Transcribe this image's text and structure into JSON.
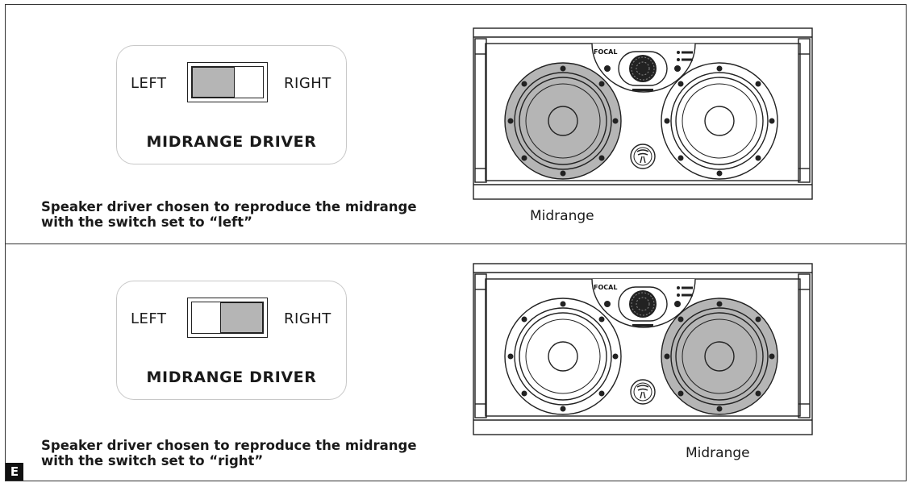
{
  "top": {
    "switch": {
      "left_label": "LEFT",
      "right_label": "RIGHT",
      "title": "MIDRANGE DRIVER",
      "position": "left"
    },
    "caption_line1": "Speaker driver chosen to reproduce the midrange",
    "caption_line2": "with the switch set to “left”",
    "midrange_label": "Midrange",
    "highlighted_driver": "left"
  },
  "bottom": {
    "switch": {
      "left_label": "LEFT",
      "right_label": "RIGHT",
      "title": "MIDRANGE DRIVER",
      "position": "right"
    },
    "caption_line1": "Speaker driver chosen to reproduce the midrange",
    "caption_line2": "with the switch set to “right”",
    "midrange_label": "Midrange",
    "highlighted_driver": "right"
  },
  "brand_logo": "FOCAL",
  "figure_letter": "E",
  "colors": {
    "highlight": "#b5b5b5",
    "stroke": "#222222"
  }
}
